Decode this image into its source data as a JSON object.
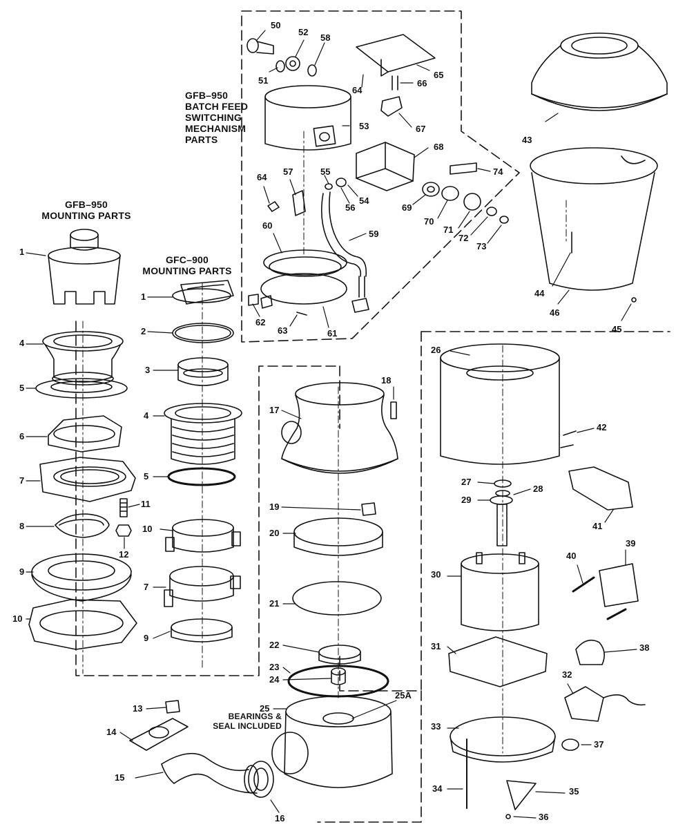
{
  "sections": {
    "gfb950_batch": [
      "GFB–950",
      "BATCH FEED",
      "SWITCHING",
      "MECHANISM",
      "PARTS"
    ],
    "gfb950_mount": [
      "GFB–950",
      "MOUNTING PARTS"
    ],
    "gfc900_mount": [
      "GFC–900",
      "MOUNTING PARTS"
    ]
  },
  "notes": {
    "bearings": [
      "BEARINGS &",
      "SEAL INCLUDED"
    ]
  },
  "callouts": [
    {
      "id": "c50",
      "label": "50"
    },
    {
      "id": "c51",
      "label": "51"
    },
    {
      "id": "c52",
      "label": "52"
    },
    {
      "id": "c58",
      "label": "58"
    },
    {
      "id": "c53",
      "label": "53"
    },
    {
      "id": "c64a",
      "label": "64"
    },
    {
      "id": "c65",
      "label": "65"
    },
    {
      "id": "c66",
      "label": "66"
    },
    {
      "id": "c67",
      "label": "67"
    },
    {
      "id": "c68",
      "label": "68"
    },
    {
      "id": "c74",
      "label": "74"
    },
    {
      "id": "c69",
      "label": "69"
    },
    {
      "id": "c70",
      "label": "70"
    },
    {
      "id": "c71",
      "label": "71"
    },
    {
      "id": "c72",
      "label": "72"
    },
    {
      "id": "c73",
      "label": "73"
    },
    {
      "id": "c55",
      "label": "55"
    },
    {
      "id": "c56",
      "label": "56"
    },
    {
      "id": "c54",
      "label": "54"
    },
    {
      "id": "c57",
      "label": "57"
    },
    {
      "id": "c64b",
      "label": "64"
    },
    {
      "id": "c60",
      "label": "60"
    },
    {
      "id": "c59",
      "label": "59"
    },
    {
      "id": "c62",
      "label": "62"
    },
    {
      "id": "c63",
      "label": "63"
    },
    {
      "id": "c61",
      "label": "61"
    },
    {
      "id": "c43",
      "label": "43"
    },
    {
      "id": "c44",
      "label": "44"
    },
    {
      "id": "c46",
      "label": "46"
    },
    {
      "id": "c45",
      "label": "45"
    },
    {
      "id": "l1",
      "label": "1"
    },
    {
      "id": "l4",
      "label": "4"
    },
    {
      "id": "l5",
      "label": "5"
    },
    {
      "id": "l6",
      "label": "6"
    },
    {
      "id": "l7",
      "label": "7"
    },
    {
      "id": "l8",
      "label": "8"
    },
    {
      "id": "l9",
      "label": "9"
    },
    {
      "id": "l10",
      "label": "10"
    },
    {
      "id": "c11",
      "label": "11"
    },
    {
      "id": "c12",
      "label": "12"
    },
    {
      "id": "m1",
      "label": "1"
    },
    {
      "id": "m2",
      "label": "2"
    },
    {
      "id": "m3",
      "label": "3"
    },
    {
      "id": "m4",
      "label": "4"
    },
    {
      "id": "m5",
      "label": "5"
    },
    {
      "id": "m10",
      "label": "10"
    },
    {
      "id": "m7",
      "label": "7"
    },
    {
      "id": "m9",
      "label": "9"
    },
    {
      "id": "c17",
      "label": "17"
    },
    {
      "id": "c18",
      "label": "18"
    },
    {
      "id": "c19",
      "label": "19"
    },
    {
      "id": "c20",
      "label": "20"
    },
    {
      "id": "c21",
      "label": "21"
    },
    {
      "id": "c22",
      "label": "22"
    },
    {
      "id": "c23",
      "label": "23"
    },
    {
      "id": "c24",
      "label": "24"
    },
    {
      "id": "c25",
      "label": "25"
    },
    {
      "id": "c25a",
      "label": "25A"
    },
    {
      "id": "c13",
      "label": "13"
    },
    {
      "id": "c14",
      "label": "14"
    },
    {
      "id": "c15",
      "label": "15"
    },
    {
      "id": "c16",
      "label": "16"
    },
    {
      "id": "c26",
      "label": "26"
    },
    {
      "id": "c42",
      "label": "42"
    },
    {
      "id": "c27",
      "label": "27"
    },
    {
      "id": "c28",
      "label": "28"
    },
    {
      "id": "c29",
      "label": "29"
    },
    {
      "id": "c41",
      "label": "41"
    },
    {
      "id": "c40",
      "label": "40"
    },
    {
      "id": "c39",
      "label": "39"
    },
    {
      "id": "c30",
      "label": "30"
    },
    {
      "id": "c31",
      "label": "31"
    },
    {
      "id": "c38",
      "label": "38"
    },
    {
      "id": "c32",
      "label": "32"
    },
    {
      "id": "c33",
      "label": "33"
    },
    {
      "id": "c37",
      "label": "37"
    },
    {
      "id": "c34",
      "label": "34"
    },
    {
      "id": "c35",
      "label": "35"
    },
    {
      "id": "c36",
      "label": "36"
    }
  ]
}
